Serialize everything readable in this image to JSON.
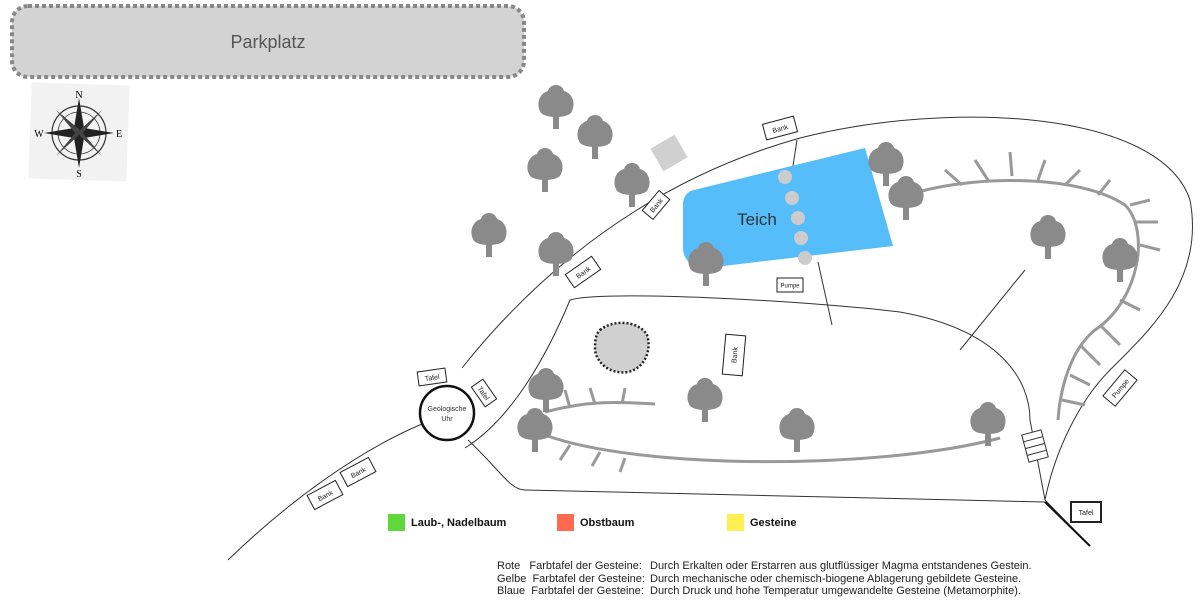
{
  "parking": {
    "label": "Parkplatz"
  },
  "compass": {
    "n": "N",
    "s": "S",
    "e": "E",
    "w": "W"
  },
  "pond": {
    "label": "Teich"
  },
  "clock": {
    "line1": "Geologische",
    "line2": "Uhr"
  },
  "signs": {
    "bank": "Bank",
    "tafel": "Tafel",
    "pumpe": "Pumpe"
  },
  "legend": [
    {
      "label": "Laub-, Nadelbaum",
      "color": "#5fd839"
    },
    {
      "label": "Obstbaum",
      "color": "#ff6a50"
    },
    {
      "label": "Gesteine",
      "color": "#ffef50"
    }
  ],
  "descriptions": [
    {
      "key": "Rote   Farbtafel der Gesteine:",
      "text": "Durch Erkalten oder Erstarren aus glutflüssiger Magma entstandenes Gestein."
    },
    {
      "key": "Gelbe  Farbtafel der Gesteine:",
      "text": "Durch mechanische oder chemisch-biogene Ablagerung gebildete Gesteine."
    },
    {
      "key": "Blaue  Farbtafel der Gesteine:",
      "text": "Durch Druck und hohe Temperatur umgewandelte Gesteine (Metamorphite)."
    }
  ]
}
